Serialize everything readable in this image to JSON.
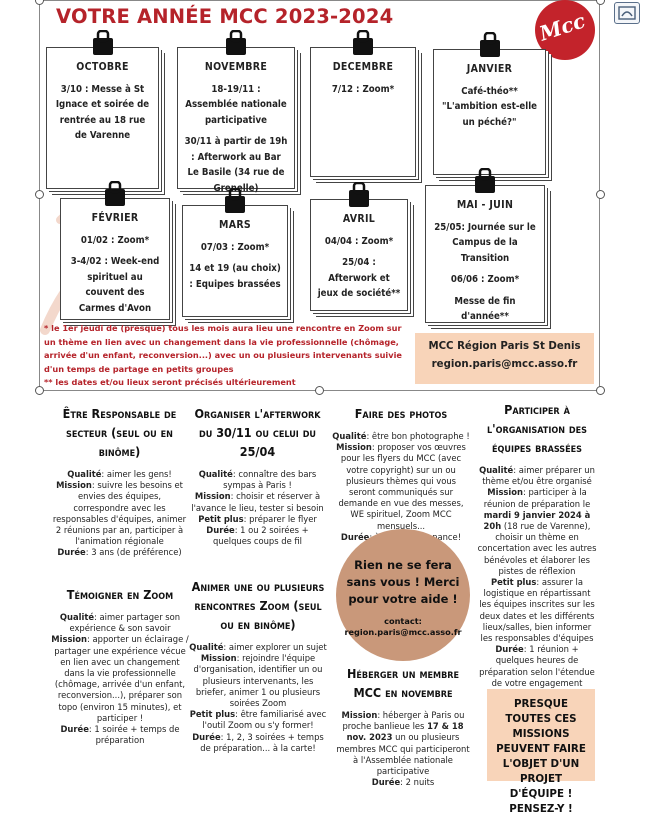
{
  "header": {
    "title": "VOTRE ANNÉE MCC 2023-2024",
    "logo_text": "Mcc"
  },
  "months": [
    {
      "name": "OCTOBRE",
      "lines": [
        "3/10 : Messe à St Ignace et soirée de rentrée au 18 rue de Varenne"
      ]
    },
    {
      "name": "NOVEMBRE",
      "lines": [
        "18-19/11 : Assemblée nationale participative",
        "30/11 à partir de 19h : Afterwork au Bar Le Basile (34 rue de Grenelle)"
      ]
    },
    {
      "name": "DECEMBRE",
      "lines": [
        "7/12 : Zoom*"
      ]
    },
    {
      "name": "JANVIER",
      "lines": [
        "Café-théo** \"L'ambition est-elle un péché?\""
      ]
    },
    {
      "name": "FÉVRIER",
      "lines": [
        "01/02 : Zoom*",
        "3-4/02 : Week-end spirituel au couvent des Carmes d'Avon"
      ]
    },
    {
      "name": "MARS",
      "lines": [
        "07/03 : Zoom*",
        "14 et 19 (au choix) : Equipes brassées"
      ]
    },
    {
      "name": "AVRIL",
      "lines": [
        "04/04 : Zoom*",
        "25/04 : Afterwork et jeux de société**"
      ]
    },
    {
      "name": "MAI - JUIN",
      "lines": [
        "25/05: Journée sur le Campus de la Transition",
        "06/06 : Zoom*",
        "Messe de fin d'année**"
      ]
    }
  ],
  "footnotes": [
    "* le 1er jeudi de (presque) tous les mois aura lieu une rencontre en Zoom sur un thème en lien avec un changement dans la vie professionnelle (chômage, arrivée d'un enfant, reconversion...) avec un ou plusieurs intervenants suivie d'un temps de partage en petits groupes",
    "** les dates et/ou lieux seront précisés ultérieurement"
  ],
  "region": {
    "name": "MCC Région Paris St Denis",
    "email": "region.paris@mcc.asso.fr"
  },
  "sections": {
    "secteur": {
      "title": "Être Responsable de secteur (seul ou en binôme)",
      "qual_label": "Qualité",
      "qual": ": aimer les gens!",
      "mission_label": "Mission",
      "mission": ": suivre les besoins et envies des équipes, correspondre avec les responsables d'équipes, animer 2 réunions par an, participer à l'animation régionale",
      "duree_label": "Durée",
      "duree": ": 3 ans (de préférence)"
    },
    "zoom": {
      "title": "Témoigner en Zoom",
      "qual_label": "Qualité",
      "qual": ": aimer partager son expérience & son savoir",
      "mission_label": "Mission",
      "mission": ": apporter un éclairage / partager une expérience vécue en lien avec un changement dans la vie professionnelle (chômage, arrivée d'un enfant, reconversion...), préparer son topo (environ 15 minutes), et participer !",
      "duree_label": "Durée",
      "duree": ": 1 soirée + temps de préparation"
    },
    "afterwork": {
      "title": "Organiser l'afterwork du 30/11 ou celui du 25/04",
      "qual_label": "Qualité",
      "qual": ": connaître des bars sympas à Paris !",
      "mission_label": "Mission",
      "mission": ": choisir et réserver à l'avance le lieu, tester si besoin",
      "plus_label": "Petit plus",
      "plus": ": préparer le flyer",
      "duree_label": "Durée",
      "duree": ": 1 ou 2 soirées + quelques coups de fil"
    },
    "rencontres": {
      "title": "Animer une ou plusieurs rencontres Zoom (seul ou en binôme)",
      "qual_label": "Qualité",
      "qual": ": aimer explorer un sujet",
      "mission_label": "Mission",
      "mission": ": rejoindre l'équipe d'organisation, identifier un ou plusieurs intervenants, les briefer, animer 1 ou plusieurs soirées Zoom",
      "plus_label": "Petit plus",
      "plus": ": être familiarisé avec l'outil Zoom ou s'y former!",
      "duree_label": "Durée",
      "duree": ": 1, 2, 3 soirées + temps de préparation... à la carte!"
    },
    "photos": {
      "title": "Faire des photos",
      "qual_label": "Qualité",
      "qual": ": être bon photographe !",
      "mission_label": "Mission",
      "mission": ": proposer vos œuvres pour les flyers du MCC (avec votre copyright) sur un ou plusieurs thèmes qui vous seront communiqués sur demande en vue des messes, WE spirituel, Zoom MCC mensuels...",
      "duree_label": "Durée",
      "duree": ": à votre convenance!"
    },
    "heberger": {
      "title": "Héberger un membre MCC en novembre",
      "mission_label": "Mission",
      "mission_a": ": héberger à Paris ou proche banlieue les ",
      "mission_dates": "17 & 18 nov. 2023",
      "mission_b": " un ou plusieurs membres MCC qui participeront à l'Assemblée nationale participative",
      "duree_label": "Durée",
      "duree": ": 2 nuits"
    },
    "brassees": {
      "title": "Participer à l'organisation des équipes brassées",
      "qual_label": "Qualité",
      "qual": ": aimer préparer un thème et/ou être organisé",
      "mission_label": "Mission",
      "mission_a": ": participer à la réunion de préparation le ",
      "mission_date": "mardi 9 janvier 2024 à 20h",
      "mission_b": " (18 rue de Varenne), choisir un thème en concertation avec les autres bénévoles et élaborer les pistes de réflexion",
      "plus_label": "Petit plus",
      "plus": ": assurer la logistique en répartissant les équipes inscrites sur les deux dates et les différents lieux/salles, bien informer les responsables d'équipes",
      "duree_label": "Durée",
      "duree": ": 1 réunion + quelques heures de préparation selon l'étendue de votre engagement"
    }
  },
  "cta": {
    "message": "Rien ne se fera sans vous ! Merci pour votre aide !",
    "contact_label": "contact:",
    "contact_email": "region.paris@mcc.asso.fr"
  },
  "project_note": "Presque toutes ces missions peuvent faire l'objet d'un projet d'équipe ! Pensez-y !",
  "colors": {
    "accent_red": "#b5232a",
    "peach": "#f8d4b9",
    "circle": "#c9987a"
  },
  "icons": [
    "clipboard-clip-icon",
    "fix-image-icon"
  ]
}
